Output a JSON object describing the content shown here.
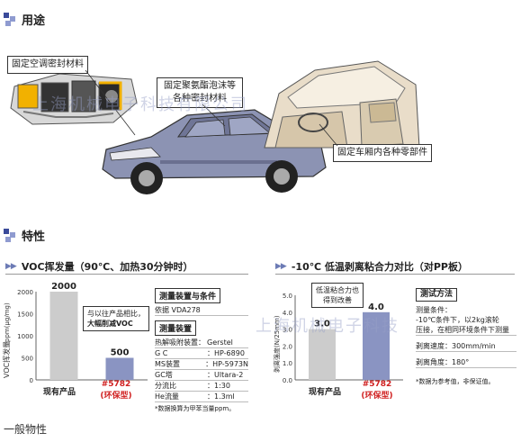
{
  "sections": {
    "usage_title": "用途",
    "features_title": "特性",
    "general_title": "一般物性"
  },
  "callouts": {
    "aircon": "固定空调密封材料",
    "foam_line1": "固定聚氨酯泡沫等",
    "foam_line2": "各种密封材料",
    "cabin": "固定车厢内各种零部件"
  },
  "watermarks": {
    "top": "上海机械电子科技有限公司",
    "bottom": "上海机械电子科技"
  },
  "voc": {
    "title": "VOC挥发量（90℃、加热30分钟时）",
    "ylabel": "VOC挥发量",
    "yunit": "ppm(μg/mg)",
    "note_line1": "与以往产品相比，",
    "note_line2": "大幅削减VOC",
    "cat1": "现有产品",
    "cat2_line1": "#5782",
    "cat2_line2": "(环保型)",
    "spec_head1": "测量装置与条件",
    "spec_basis": "依据 VDA278",
    "spec_head2": "测量装置",
    "rows": [
      {
        "k": "热解吸附装置：",
        "v": "Gerstel"
      },
      {
        "k": "G  C",
        "v": "：HP-6890"
      },
      {
        "k": "MS装置",
        "v": "：HP-5973N"
      },
      {
        "k": "GC塔",
        "v": "：Ultara-2"
      },
      {
        "k": "分流比",
        "v": "：1:30"
      },
      {
        "k": "He流量",
        "v": "：1.3ml"
      }
    ],
    "footnote": "*数据换算为甲苯当量ppm。"
  },
  "peel": {
    "title": "-10℃ 低温剥离粘合力对比（对PP板）",
    "ylabel": "剥离强度(N/25mm)",
    "note_line1": "低温粘合力也",
    "note_line2": "得到改善",
    "cat1": "现有产品",
    "cat2_line1": "#5782",
    "cat2_line2": "(环保型)",
    "spec_head": "测试方法",
    "cond_line1": "测量条件：",
    "cond_line2": "-10℃条件下，以2kg滚轮",
    "cond_line3": "压接，在相同环境条件下测量",
    "speed": "剥离速度：300mm/min",
    "angle": "剥离角度：180°",
    "footnote": "*数据为参考值，非保证值。"
  },
  "chart_data": [
    {
      "type": "bar",
      "title": "VOC挥发量（90℃、加热30分钟时）",
      "categories": [
        "现有产品",
        "#5782 (环保型)"
      ],
      "values": [
        2000,
        500
      ],
      "ylabel": "VOC挥发量",
      "ylim": [
        0,
        2000
      ],
      "yticks": [
        0,
        500,
        1000,
        1500,
        2000
      ],
      "value_labels": [
        "2000",
        "500"
      ],
      "colors": [
        "#cccccc",
        "#8a94c2"
      ],
      "grid": false
    },
    {
      "type": "bar",
      "title": "-10℃ 低温剥离粘合力对比（对PP板）",
      "categories": [
        "现有产品",
        "#5782 (环保型)"
      ],
      "values": [
        3.0,
        4.0
      ],
      "ylabel": "剥离强度(N/25mm)",
      "ylim": [
        0,
        5.0
      ],
      "yticks": [
        0,
        1.0,
        2.0,
        3.0,
        4.0,
        5.0
      ],
      "value_labels": [
        "3.0",
        "4.0"
      ],
      "colors": [
        "#cccccc",
        "#8a94c2"
      ],
      "grid": false
    }
  ]
}
